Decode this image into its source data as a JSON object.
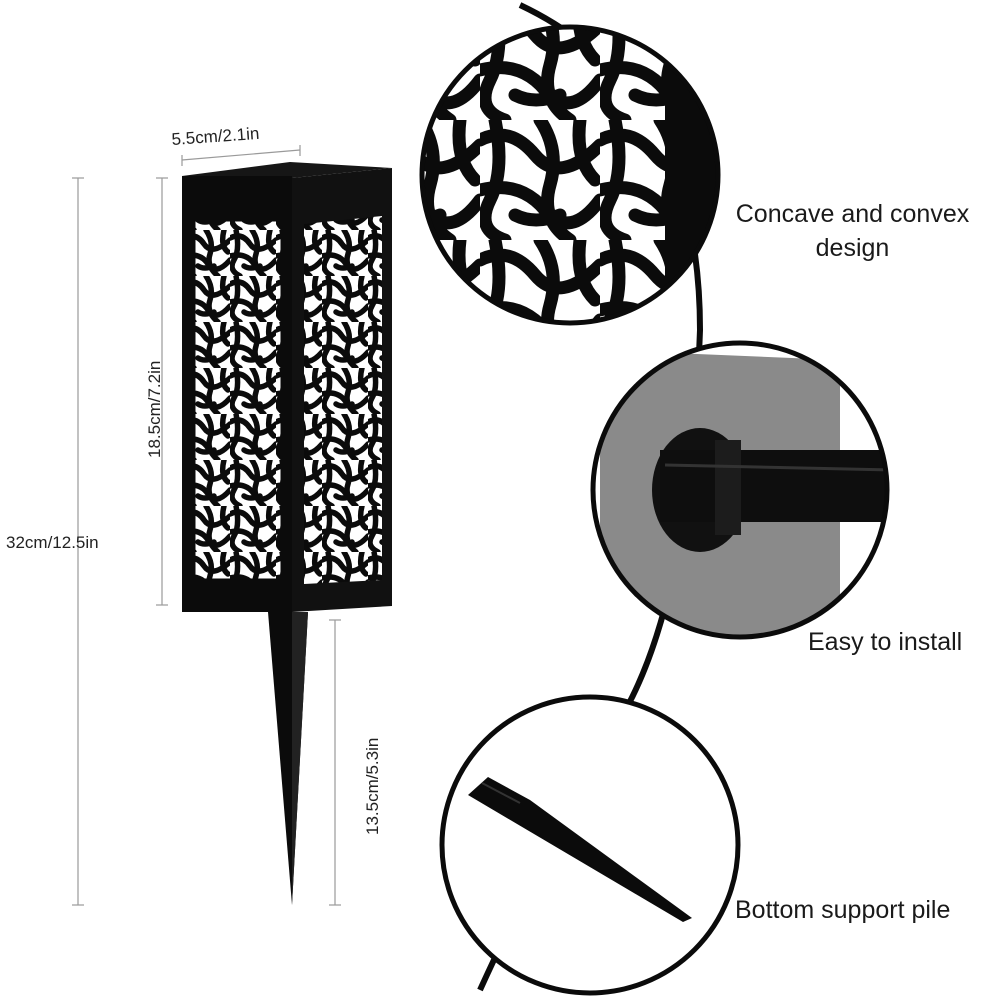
{
  "dimensions": {
    "width_label": "5.5cm/2.1in",
    "height_top_label": "18.5cm/7.2in",
    "height_total_label": "32cm/12.5in",
    "stake_label": "13.5cm/5.3in"
  },
  "features": [
    {
      "label": "Concave and convex design"
    },
    {
      "label": "Easy to install"
    },
    {
      "label": "Bottom support pile"
    }
  ],
  "colors": {
    "lamp": "#0b0b0b",
    "background": "#ffffff",
    "dimension_line": "#9a9a9a",
    "detail_gray": "#8a8a8a"
  },
  "icons": [
    "lamp-body-illustration",
    "stake-illustration",
    "pattern-closeup",
    "connector-closeup",
    "stake-tip-closeup"
  ]
}
